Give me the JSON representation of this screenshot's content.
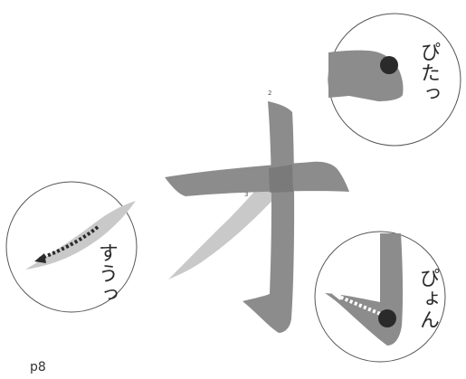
{
  "strokes": {
    "number_2": "2",
    "number_3": "3"
  },
  "callouts": {
    "stop": {
      "label": "ぴたっ"
    },
    "sweep": {
      "label": "すうっ"
    },
    "hook": {
      "label": "ぴょん"
    }
  },
  "page_number": "p8",
  "colors": {
    "stroke_dark": "#6e6e6e",
    "stroke_medium": "#8c8c8c",
    "stroke_light": "#c8c8c8",
    "marker": "#2a2a2a",
    "circle_outline": "#555555"
  }
}
